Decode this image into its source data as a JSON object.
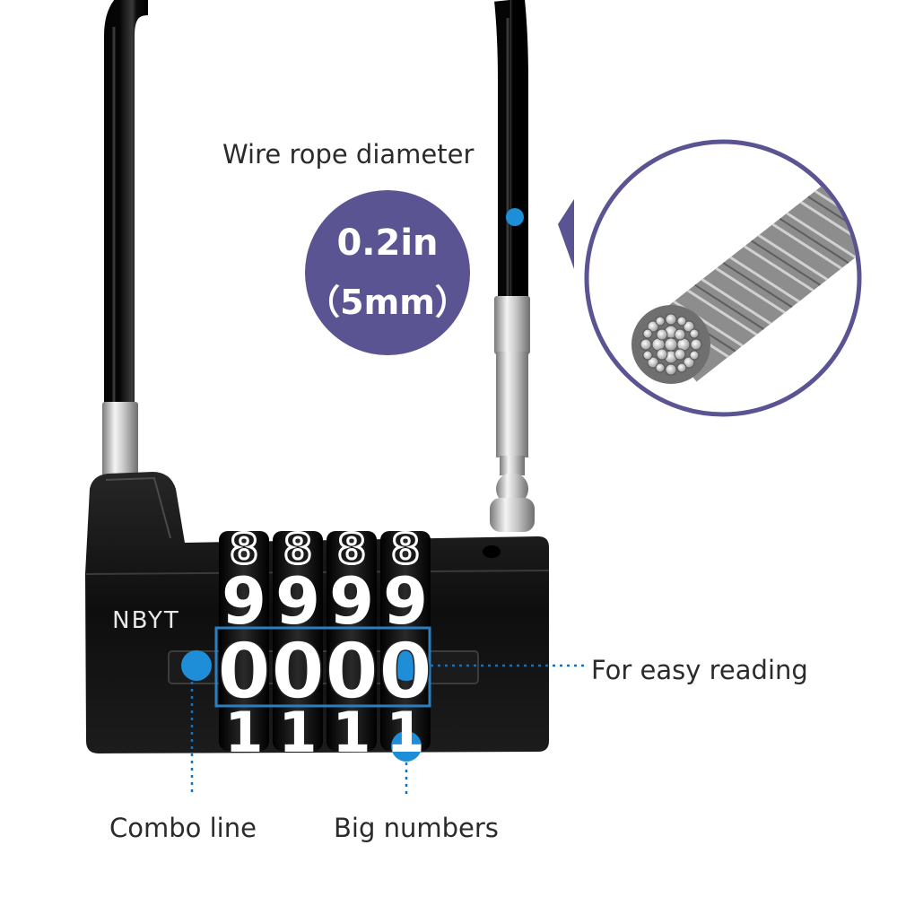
{
  "annotations": {
    "wire_rope_label": "Wire rope diameter",
    "diameter_in": "0.2in",
    "diameter_mm": "（5mm）",
    "easy_reading_label": "For easy reading",
    "combo_line_label": "Combo line",
    "big_numbers_label": "Big numbers"
  },
  "lock": {
    "brand": "NBYT",
    "wheel_rows": [
      {
        "row": "top",
        "digits": [
          "8",
          "8",
          "8",
          "8"
        ]
      },
      {
        "row": "upper",
        "digits": [
          "9",
          "9",
          "9",
          "9"
        ]
      },
      {
        "row": "combo",
        "digits": [
          "0",
          "0",
          "0",
          "0"
        ]
      },
      {
        "row": "lower",
        "digits": [
          "1",
          "1",
          "1",
          "1"
        ]
      }
    ]
  },
  "colors": {
    "badge": "#5b5492",
    "callout_dot": "#1e8ed8",
    "lock_body": "#101010",
    "cable": "#0a0a0a",
    "combo_frame": "#2b7fc0"
  }
}
